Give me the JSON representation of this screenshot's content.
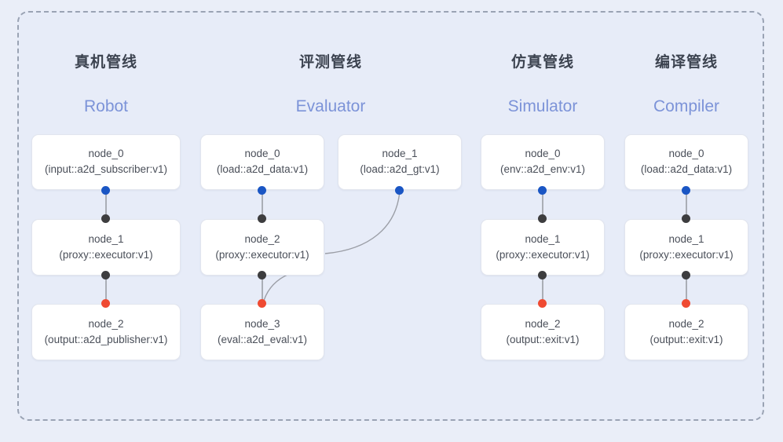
{
  "frame": {
    "style": "dashed-rounded-container",
    "border_color": "#9aa3b4",
    "background": "#e7ecf8"
  },
  "palette": {
    "page_background": "#eaeef8",
    "panel_background": "#e7ecf8",
    "node_background": "#ffffff",
    "node_border": "#e2e5ee",
    "title_cn_color": "#3c4350",
    "title_en_color": "#7c93d8",
    "node_text_color": "#4a4f59",
    "port_output_blue": "#1a56c4",
    "port_passthrough_black": "#3d3d3f",
    "port_input_red": "#ef4a32",
    "edge_color": "#9b9ea6"
  },
  "columns": [
    {
      "id": "robot",
      "title_cn": "真机管线",
      "title_en": "Robot",
      "nodes": [
        {
          "id": "robot-node-0",
          "name": "node_0",
          "spec": "(input::a2d_subscriber:v1)"
        },
        {
          "id": "robot-node-1",
          "name": "node_1",
          "spec": "(proxy::executor:v1)"
        },
        {
          "id": "robot-node-2",
          "name": "node_2",
          "spec": "(output::a2d_publisher:v1)"
        }
      ]
    },
    {
      "id": "evaluator",
      "title_cn": "评测管线",
      "title_en": "Evaluator",
      "nodes": [
        {
          "id": "eval-node-0",
          "name": "node_0",
          "spec": "(load::a2d_data:v1)"
        },
        {
          "id": "eval-node-1",
          "name": "node_1",
          "spec": "(load::a2d_gt:v1)"
        },
        {
          "id": "eval-node-2",
          "name": "node_2",
          "spec": "(proxy::executor:v1)"
        },
        {
          "id": "eval-node-3",
          "name": "node_3",
          "spec": "(eval::a2d_eval:v1)"
        }
      ]
    },
    {
      "id": "simulator",
      "title_cn": "仿真管线",
      "title_en": "Simulator",
      "nodes": [
        {
          "id": "sim-node-0",
          "name": "node_0",
          "spec": "(env::a2d_env:v1)"
        },
        {
          "id": "sim-node-1",
          "name": "node_1",
          "spec": "(proxy::executor:v1)"
        },
        {
          "id": "sim-node-2",
          "name": "node_2",
          "spec": "(output::exit:v1)"
        }
      ]
    },
    {
      "id": "compiler",
      "title_cn": "编译管线",
      "title_en": "Compiler",
      "nodes": [
        {
          "id": "comp-node-0",
          "name": "node_0",
          "spec": "(load::a2d_data:v1)"
        },
        {
          "id": "comp-node-1",
          "name": "node_1",
          "spec": "(proxy::executor:v1)"
        },
        {
          "id": "comp-node-2",
          "name": "node_2",
          "spec": "(output::exit:v1)"
        }
      ]
    }
  ]
}
